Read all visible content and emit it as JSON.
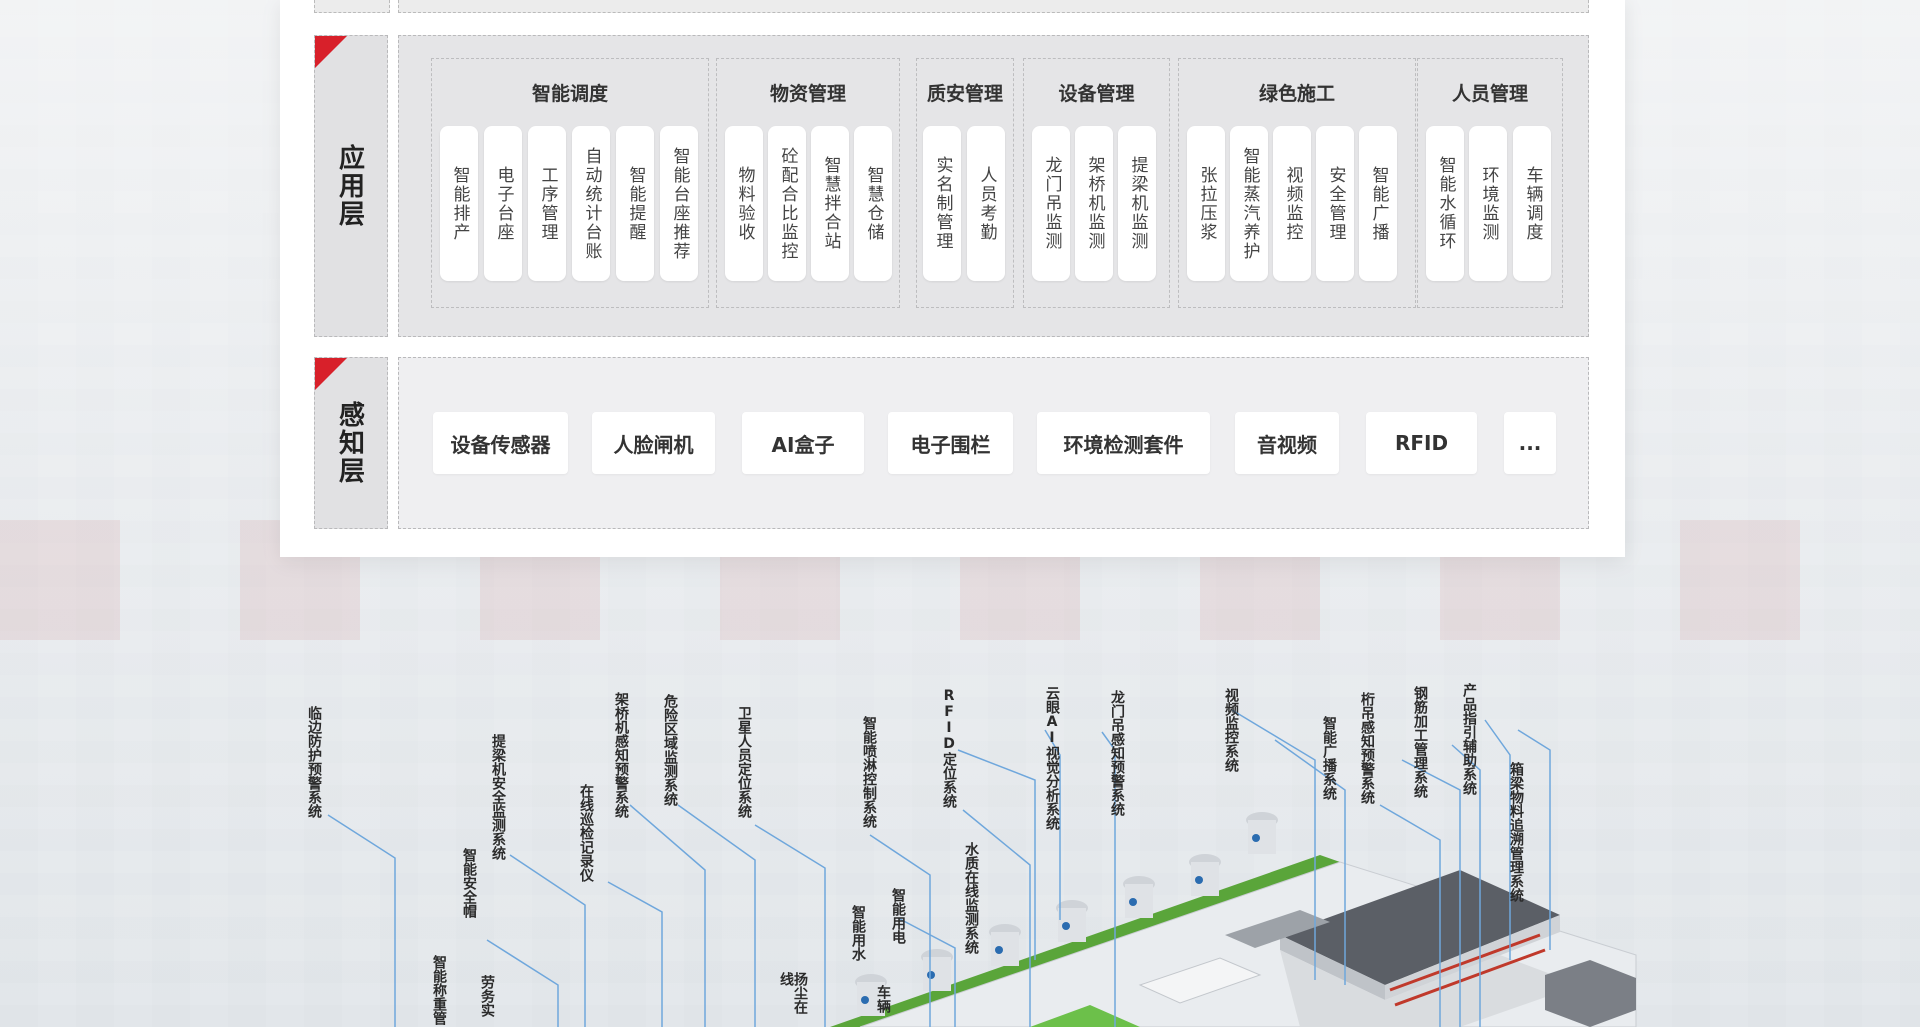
{
  "app_layer": {
    "label": "应用层",
    "groups": [
      {
        "title": "智能调度",
        "items": [
          "智能排产",
          "电子台座",
          "工序管理",
          "自动统计台账",
          "智能提醒",
          "智能台座推荐"
        ]
      },
      {
        "title": "物资管理",
        "items": [
          "物料验收",
          "砼配合比监控",
          "智慧拌合站",
          "智慧仓储"
        ]
      },
      {
        "title": "质安管理",
        "items": [
          "实名制管理",
          "人员考勤"
        ]
      },
      {
        "title": "设备管理",
        "items": [
          "龙门吊监测",
          "架桥机监测",
          "提梁机监测"
        ]
      },
      {
        "title": "绿色施工",
        "items": [
          "张拉压浆",
          "智能蒸汽养护",
          "视频监控",
          "安全管理",
          "智能广播"
        ]
      },
      {
        "title": "人员管理",
        "items": [
          "智能水循环",
          "环境监测",
          "车辆调度"
        ]
      }
    ]
  },
  "sense_layer": {
    "label": "感知层",
    "items": [
      "设备传感器",
      "人脸闸机",
      "AI盒子",
      "电子围栏",
      "环境检测套件",
      "音视频",
      "RFID",
      "..."
    ]
  },
  "diagram_labels": [
    "临边防护预警系统",
    "智能称重管",
    "智能安全帽",
    "提梁机安全监测系统",
    "劳务实",
    "在线巡检记录仪",
    "架桥机感知预警系统",
    "危险区域监测系统",
    "卫星人员定位系统",
    "扬尘在线",
    "智能喷淋控制系统",
    "智能用水",
    "智能用电",
    "车辆",
    "RFID定位系统",
    "水质在线监测系统",
    "云眼AI视觉分析系统",
    "龙门吊感知预警系统",
    "视频监控系统",
    "智能广播系统",
    "桁吊感知预警系统",
    "钢筋加工管理系统",
    "产品指引辅助系统",
    "箱梁物料追溯管理系统"
  ],
  "colors": {
    "accent": "#d8202a",
    "leader": "#6fa7dc",
    "grass": "#5aa53a",
    "roof": "#5b5f66"
  }
}
